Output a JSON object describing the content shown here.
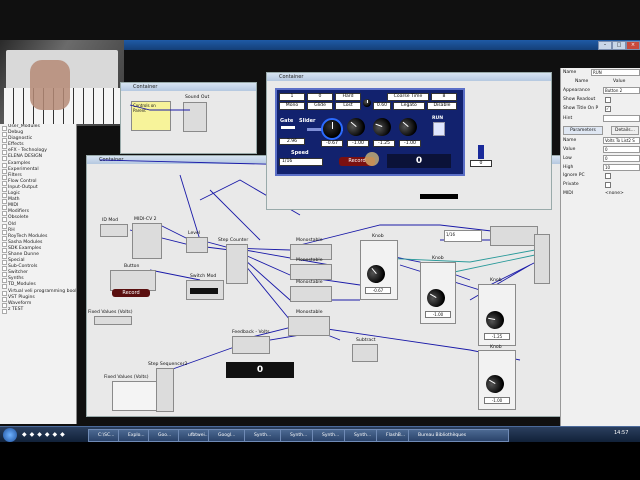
{
  "tree": {
    "items": [
      "User_Modules",
      "Debug",
      "Diagnostic",
      "Effects",
      "eFX - Technology",
      "ELENA DESIGN",
      "Examples",
      "Experimental",
      "Filters",
      "Flow Control",
      "Input-Output",
      "Logic",
      "Math",
      "MIDI",
      "Modifiers",
      "Obsolete",
      "Old",
      "RH",
      "RoyTech Modules",
      "Sasha Modules",
      "SDK Examples",
      "Shane Dunne",
      "Special",
      "Sub-Controls",
      "Switcher",
      "Synths",
      "TD_Modules",
      "Virtual veli programming book",
      "VST Plugins",
      "Waveform",
      "z TEST"
    ]
  },
  "windows": {
    "container_label": "Container",
    "top_left_container": "Container",
    "sound_out": "Sound Out"
  },
  "panel": {
    "row1": [
      "1",
      "0",
      "Hard",
      "Coarse Time",
      "8"
    ],
    "row2": [
      "Mono",
      "Glide",
      "Lost",
      "0.60",
      "Legato",
      "Disable"
    ],
    "gate_label": "Gate",
    "slider_label": "Slider",
    "run_label": "RUN",
    "gate_value": "2.96",
    "knob_values": [
      "-0.67",
      "-1.00",
      "-1.25",
      "-1.00"
    ],
    "speed_label": "Speed",
    "speed_value": "1/16",
    "record_label": "Record",
    "display_value": "0",
    "side_value": "0"
  },
  "modules": {
    "id_mod": "ID Mod",
    "midi_cv": "MIDI-CV 2",
    "level": "Level",
    "step_counter": "Step Counter",
    "button": "Button",
    "record": "Record",
    "switch_label": "Switch Mod",
    "monostable": "Monostable",
    "knob1": "Knob",
    "knob1_val": "-0.67",
    "knob2": "Knob",
    "knob2_val": "-1.00",
    "knob3": "Knob",
    "knob3_val": "-1.25",
    "knob4": "Knob",
    "knob4_val": "-1.00",
    "fixed_values": "Fixed Values (Volts)",
    "fixed_values2": "Fixed Values (Volts)",
    "feedback": "Feedback - Volts",
    "subtract": "Subtract",
    "step_sequencer": "Step Sequencer2",
    "display_zero": "0",
    "speed_box": "1/16",
    "controls_on_parent": "Controls on Parent"
  },
  "props": {
    "name_label": "Name",
    "name_value": "RUN",
    "head_name": "Name",
    "head_value": "Value",
    "rows": [
      {
        "label": "Appearance",
        "value": "Button 2"
      },
      {
        "label": "Show Readout",
        "value": ""
      },
      {
        "label": "Show Title On P",
        "value": ""
      },
      {
        "label": "Hint",
        "value": ""
      }
    ],
    "tab_parameters": "Parameters",
    "tab_details": "Details...",
    "params": [
      {
        "label": "Name",
        "value": "Volts To List2 S"
      },
      {
        "label": "Value",
        "value": "0"
      },
      {
        "label": "Low",
        "value": "0"
      },
      {
        "label": "High",
        "value": "10"
      },
      {
        "label": "Ignore PC",
        "value": ""
      },
      {
        "label": "Private",
        "value": ""
      },
      {
        "label": "MIDI",
        "value": "<none>"
      }
    ]
  },
  "taskbar": {
    "items": [
      "C:\\SC...",
      "Explo...",
      "Goo...",
      "ufbtwei...",
      "Googl...",
      "Synth...",
      "Synth...",
      "Synth...",
      "Synth...",
      "FlashB...",
      "Bureau Bibliothèques"
    ],
    "clock": "14:57"
  },
  "colors": {
    "panel_blue": "#12226e",
    "record_red": "#5a0f0f",
    "wire": "#1a1aa8"
  }
}
